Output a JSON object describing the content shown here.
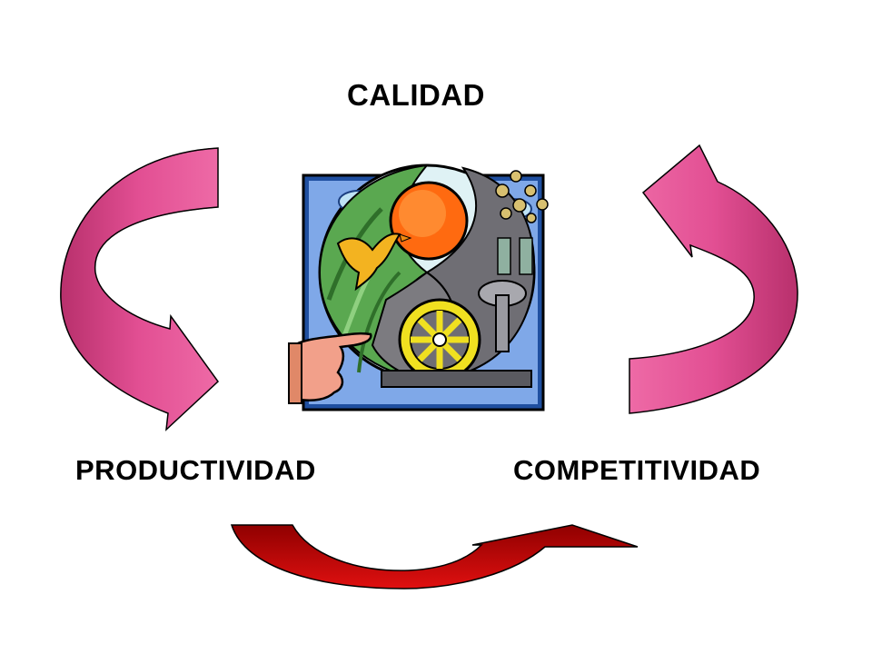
{
  "labels": {
    "top": "CALIDAD",
    "bottom_left": "PRODUCTIVIDAD",
    "bottom_right": "COMPETITIVIDAD"
  },
  "colors": {
    "pink_arrow": "#e0468c",
    "pink_arrow_dark": "#b3306a",
    "red_arrow": "#cc0000",
    "red_arrow_dark": "#8a0000"
  },
  "icons": {
    "center": "industry-nature-clipart"
  }
}
